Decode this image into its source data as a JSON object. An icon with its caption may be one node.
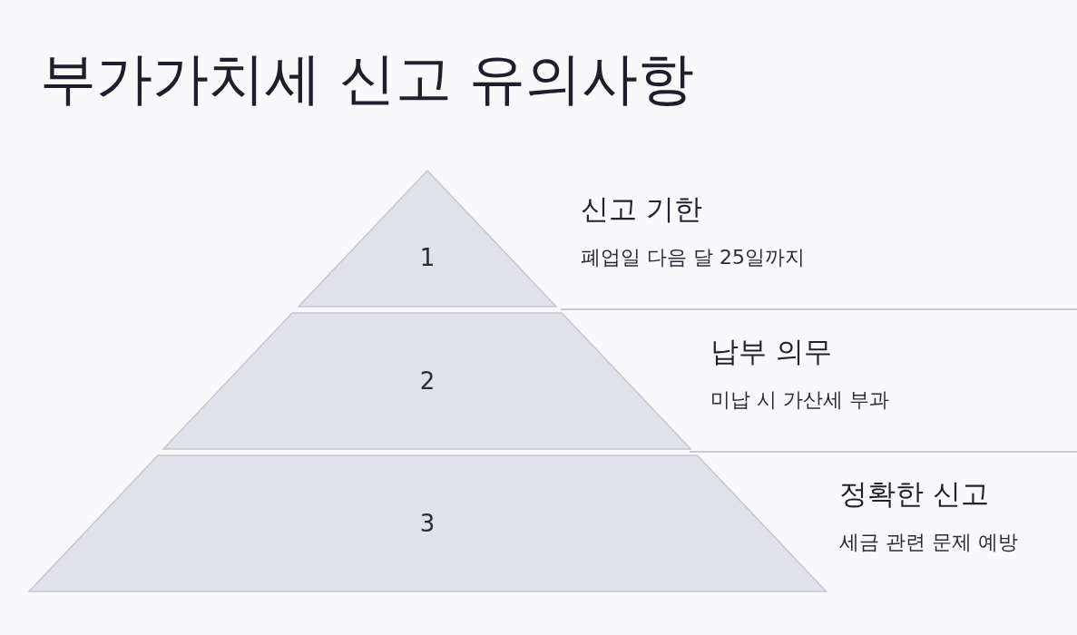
{
  "diagram": {
    "title": "부가가치세 신고 유의사항",
    "nodes": [
      {
        "text": [
          "1"
        ],
        "beside": [
          "신고 기한",
          "폐업일 다음 달 25일까지"
        ]
      },
      {
        "text": [
          "2"
        ],
        "beside": [
          "납부 의무",
          "미납 시 가산세 부과"
        ]
      },
      {
        "text": [
          "3"
        ],
        "beside": [
          "정확한 신고",
          "세금 관련 문제 예방"
        ]
      }
    ]
  }
}
